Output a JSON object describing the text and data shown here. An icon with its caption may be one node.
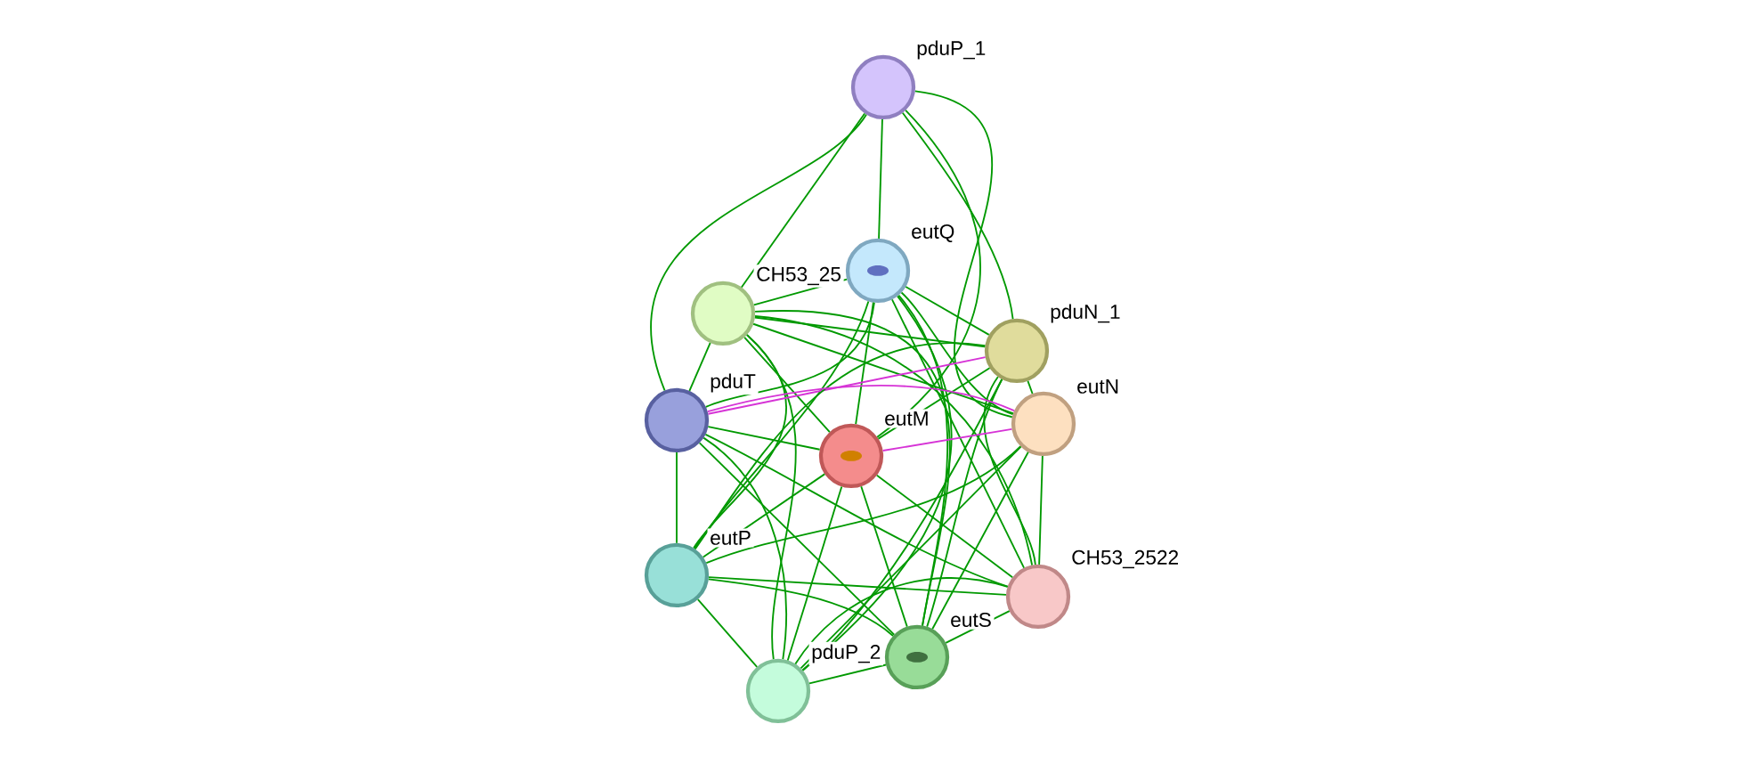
{
  "diagram": {
    "nodes": [
      {
        "text": [
          "pduP_1"
        ]
      },
      {
        "text": [
          "eutQ"
        ]
      },
      {
        "text": [
          "CH53_25"
        ]
      },
      {
        "text": [
          "pduN_1"
        ]
      },
      {
        "text": [
          "pduT"
        ]
      },
      {
        "text": [
          "eutN"
        ]
      },
      {
        "text": [
          "eutM"
        ]
      },
      {
        "text": [
          "eutP"
        ]
      },
      {
        "text": [
          "CH53_2522"
        ]
      },
      {
        "text": [
          "eutS"
        ]
      },
      {
        "text": [
          "pduP_2"
        ]
      }
    ],
    "edges": [
      {
        "from": 0,
        "to": 1,
        "arrow": "none"
      },
      {
        "from": 0,
        "to": 2,
        "arrow": "none"
      },
      {
        "from": 0,
        "to": 3,
        "arrow": "none"
      },
      {
        "from": 0,
        "to": 4,
        "arrow": "none"
      },
      {
        "from": 0,
        "to": 5,
        "arrow": "none"
      },
      {
        "from": 0,
        "to": 6,
        "arrow": "none"
      },
      {
        "from": 1,
        "to": 2,
        "arrow": "none"
      },
      {
        "from": 1,
        "to": 3,
        "arrow": "none"
      },
      {
        "from": 1,
        "to": 4,
        "arrow": "none"
      },
      {
        "from": 1,
        "to": 5,
        "arrow": "none"
      },
      {
        "from": 1,
        "to": 6,
        "arrow": "none"
      },
      {
        "from": 1,
        "to": 7,
        "arrow": "none"
      },
      {
        "from": 1,
        "to": 8,
        "arrow": "none"
      },
      {
        "from": 1,
        "to": 9,
        "arrow": "none"
      },
      {
        "from": 1,
        "to": 10,
        "arrow": "none"
      },
      {
        "from": 2,
        "to": 3,
        "arrow": "none"
      },
      {
        "from": 2,
        "to": 4,
        "arrow": "none"
      },
      {
        "from": 2,
        "to": 5,
        "arrow": "none"
      },
      {
        "from": 2,
        "to": 6,
        "arrow": "none"
      },
      {
        "from": 2,
        "to": 7,
        "arrow": "none"
      },
      {
        "from": 2,
        "to": 8,
        "arrow": "none"
      },
      {
        "from": 2,
        "to": 9,
        "arrow": "none"
      },
      {
        "from": 2,
        "to": 10,
        "arrow": "none"
      },
      {
        "from": 3,
        "to": 4,
        "arrow": "none",
        "color": "#d633d6"
      },
      {
        "from": 3,
        "to": 5,
        "arrow": "none"
      },
      {
        "from": 3,
        "to": 6,
        "arrow": "none"
      },
      {
        "from": 3,
        "to": 7,
        "arrow": "none"
      },
      {
        "from": 3,
        "to": 8,
        "arrow": "none"
      },
      {
        "from": 3,
        "to": 9,
        "arrow": "none"
      },
      {
        "from": 3,
        "to": 10,
        "arrow": "none"
      },
      {
        "from": 4,
        "to": 5,
        "arrow": "none",
        "color": "#d633d6"
      },
      {
        "from": 4,
        "to": 6,
        "arrow": "none"
      },
      {
        "from": 4,
        "to": 7,
        "arrow": "none"
      },
      {
        "from": 4,
        "to": 8,
        "arrow": "none"
      },
      {
        "from": 4,
        "to": 9,
        "arrow": "none"
      },
      {
        "from": 4,
        "to": 10,
        "arrow": "none"
      },
      {
        "from": 5,
        "to": 6,
        "arrow": "none",
        "color": "#d633d6"
      },
      {
        "from": 5,
        "to": 7,
        "arrow": "none"
      },
      {
        "from": 5,
        "to": 8,
        "arrow": "none"
      },
      {
        "from": 5,
        "to": 9,
        "arrow": "none"
      },
      {
        "from": 5,
        "to": 10,
        "arrow": "none"
      },
      {
        "from": 6,
        "to": 7,
        "arrow": "none"
      },
      {
        "from": 6,
        "to": 8,
        "arrow": "none"
      },
      {
        "from": 6,
        "to": 9,
        "arrow": "none"
      },
      {
        "from": 6,
        "to": 10,
        "arrow": "none"
      },
      {
        "from": 7,
        "to": 8,
        "arrow": "none"
      },
      {
        "from": 7,
        "to": 9,
        "arrow": "none"
      },
      {
        "from": 7,
        "to": 10,
        "arrow": "none"
      },
      {
        "from": 8,
        "to": 9,
        "arrow": "none"
      },
      {
        "from": 8,
        "to": 10,
        "arrow": "none"
      },
      {
        "from": 9,
        "to": 10,
        "arrow": "none"
      }
    ]
  }
}
